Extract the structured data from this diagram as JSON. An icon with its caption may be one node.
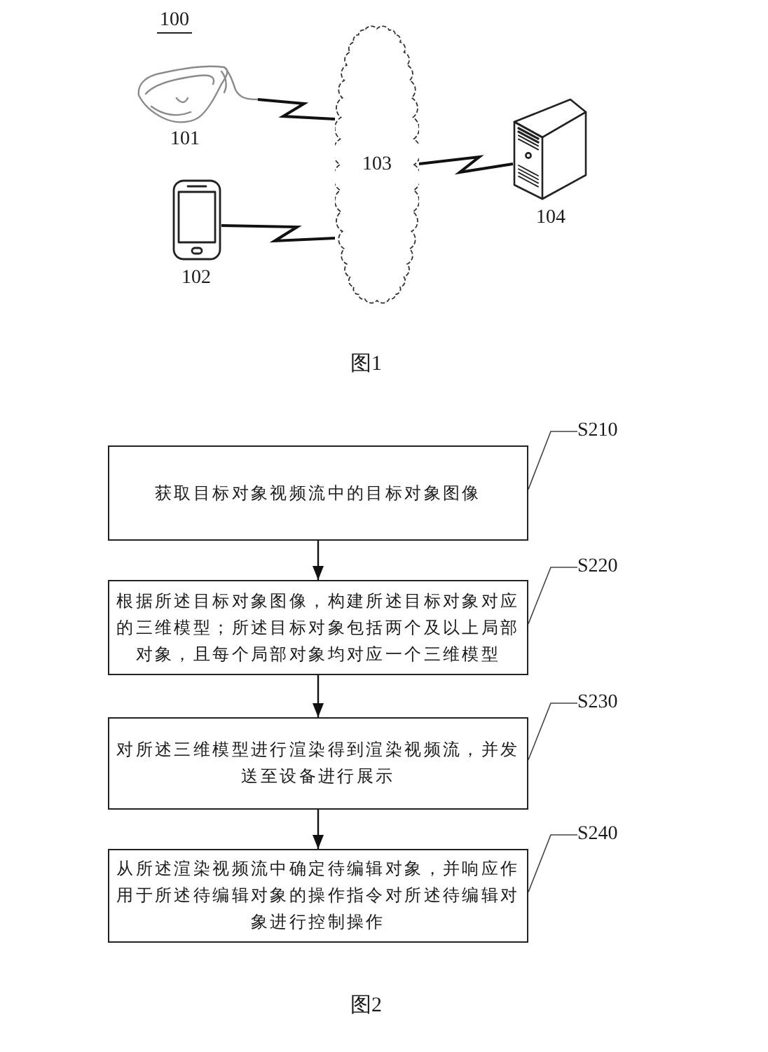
{
  "diagram": {
    "nodes": [
      {
        "text": [],
        "shape": "picture",
        "beside": [
          "101"
        ]
      },
      {
        "text": [],
        "shape": "picture",
        "beside": [
          "102"
        ]
      },
      {
        "text": [
          "103"
        ]
      },
      {
        "text": [],
        "shape": "picture",
        "beside": [
          "104"
        ]
      },
      {
        "text": [
          "获取目标对象视频流中的目标对象图像"
        ]
      },
      {
        "text": [
          "S210"
        ]
      },
      {
        "text": [
          "根据所述目标对象图像，构建所述目标对象对应的三维模型；所述目标对象包括两个及以上局部对象，且每个局部对象均对应一个三维模型"
        ]
      },
      {
        "text": [
          "S220"
        ]
      },
      {
        "text": [
          "对所述三维模型进行渲染得到渲染视频流，并发送至设备进行展示"
        ]
      },
      {
        "text": [
          "S230"
        ]
      },
      {
        "text": [
          "从所述渲染视频流中确定待编辑对象，并响应作用于所述待编辑对象的操作指令对所述待编辑对象进行控制操作"
        ]
      },
      {
        "text": [
          "S240"
        ]
      }
    ],
    "edges": [
      {
        "from": 0,
        "to": 2,
        "arrow": "none"
      },
      {
        "from": 1,
        "to": 2,
        "arrow": "none"
      },
      {
        "from": 2,
        "to": 3,
        "arrow": "none"
      },
      {
        "from": 4,
        "to": 6,
        "arrow": "to"
      },
      {
        "from": 6,
        "to": 8,
        "arrow": "to"
      },
      {
        "from": 8,
        "to": 10,
        "arrow": "to"
      },
      {
        "from": 5,
        "to": 4,
        "arrow": "none"
      },
      {
        "from": 7,
        "to": 6,
        "arrow": "none"
      },
      {
        "from": 9,
        "to": 8,
        "arrow": "none"
      },
      {
        "from": 11,
        "to": 10,
        "arrow": "none"
      }
    ],
    "labels": [
      "100",
      "图1",
      "图2"
    ]
  }
}
